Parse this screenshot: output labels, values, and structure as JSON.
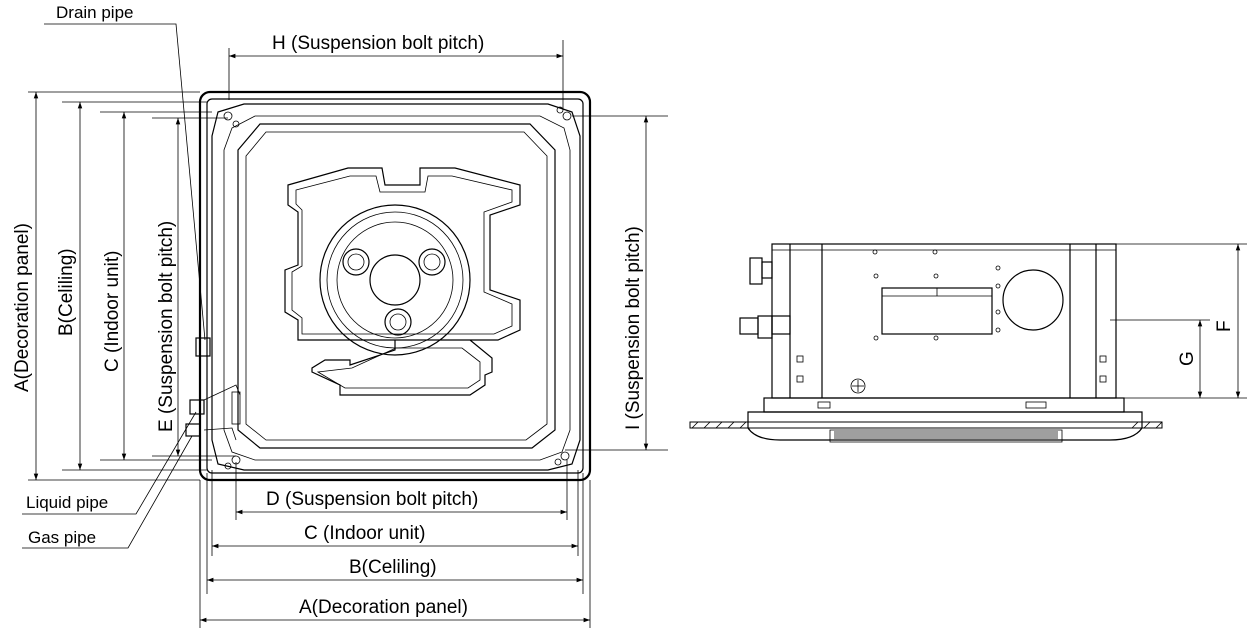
{
  "labels": {
    "drain_pipe": "Drain pipe",
    "liquid_pipe": "Liquid pipe",
    "gas_pipe": "Gas pipe",
    "h_dim": "H  (Suspension bolt pitch)",
    "d_dim": "D (Suspension bolt pitch)",
    "c_dim_bottom": "C   (Indoor unit)",
    "b_dim_bottom": "B(Celiling)",
    "a_dim_bottom": "A(Decoration panel)",
    "a_dim_left": "A(Decoration panel)",
    "b_dim_left": "B(Celiling)",
    "c_dim_left": "C   (Indoor unit)",
    "e_dim_left": "E  (Suspension bolt pitch)",
    "i_dim_right": "I  (Suspension bolt pitch)",
    "f_dim": "F",
    "g_dim": "G"
  }
}
